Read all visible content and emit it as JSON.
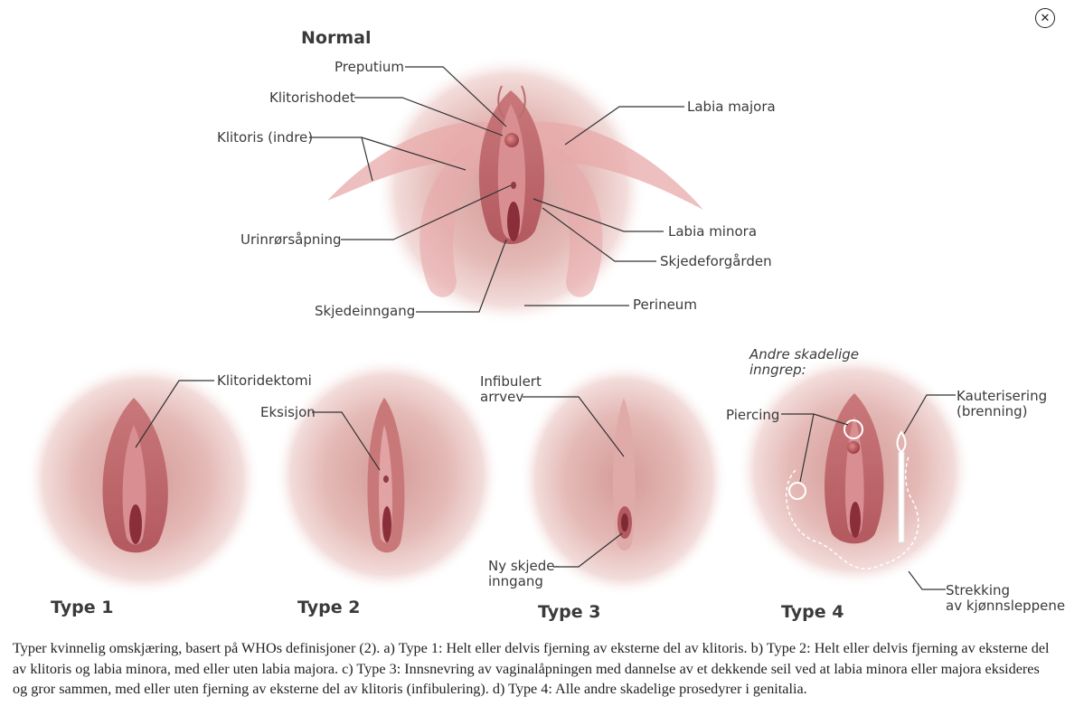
{
  "close_icon": "close-icon",
  "normal": {
    "title": "Normal",
    "labels": {
      "preputium": "Preputium",
      "klitorishodet": "Klitorishodet",
      "klitoris_indre": "Klitoris (indre)",
      "labia_majora": "Labia majora",
      "labia_minora": "Labia minora",
      "urinroersapning": "Urinrørsåpning",
      "skjedeforgarden": "Skjedeforgården",
      "perineum": "Perineum",
      "skjedeinngang": "Skjedeinngang"
    }
  },
  "type1": {
    "title": "Type 1",
    "label": "Klitoridektomi"
  },
  "type2": {
    "title": "Type 2",
    "label": "Eksisjon"
  },
  "type3": {
    "title": "Type 3",
    "label_1": "Infibulert",
    "label_2": "arrvev",
    "label_3": "Ny skjede-",
    "label_4": "inngang"
  },
  "type4": {
    "title": "Type 4",
    "heading_1": "Andre skadelige",
    "heading_2": "inngrep:",
    "piercing": "Piercing",
    "kauterisering_1": "Kauterisering",
    "kauterisering_2": "(brenning)",
    "strekking_1": "Strekking",
    "strekking_2": "av kjønnsleppene"
  },
  "caption": "Typer kvinnelig omskjæring, basert på WHOs definisjoner (2). a) Type 1: Helt eller delvis fjerning av eksterne del av klitoris. b) Type 2: Helt eller delvis fjerning av eksterne del av klitoris og labia minora, med eller uten labia majora. c) Type 3: Innsnevring av vaginalåpningen med dannelse av et dekkende seil ved at labia minora eller majora eksideres og gror sammen, med eller uten fjerning av eksterne del av klitoris (infibulering). d) Type 4: Alle andre skadelige prosedyrer i genitalia."
}
